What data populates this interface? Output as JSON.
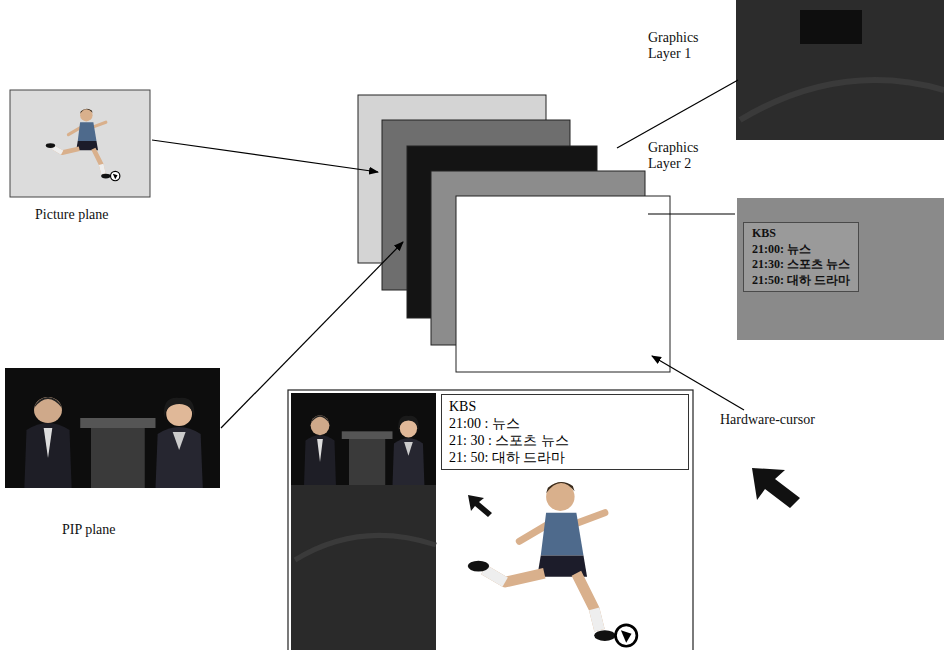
{
  "diagram": {
    "nodes": [
      {
        "text": [
          "KBS",
          "21:00: 뉴스",
          "21:30: 스포츠 뉴스",
          "21:50: 대하 드라마"
        ]
      },
      {
        "text": [
          "KBS",
          "21:00 : 뉴스",
          "21: 30 : 스포츠 뉴스",
          "21: 50: 대하 드라마"
        ]
      }
    ],
    "labels": [
      "Graphics Layer 1",
      "Graphics Layer 2",
      "Picture plane",
      "PIP plane",
      "Hardware-cursor"
    ]
  }
}
